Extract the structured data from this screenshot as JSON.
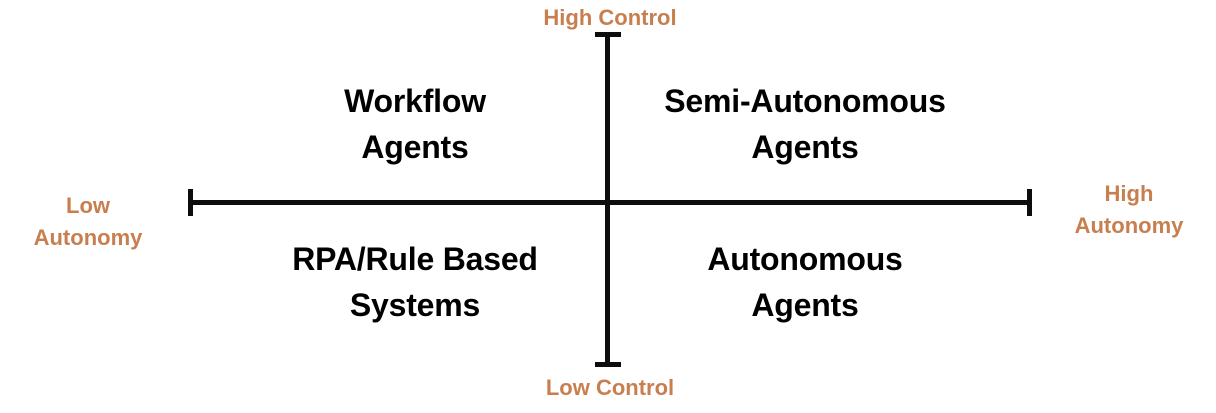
{
  "diagram": {
    "type": "2x2-matrix",
    "colors": {
      "axis": "#0d0d0d",
      "axis_label": "#c87f4f",
      "quadrant_label": "#000000",
      "background": "#ffffff"
    },
    "axes": {
      "vertical": {
        "name": "Control",
        "top_label": "High Control",
        "bottom_label": "Low Control"
      },
      "horizontal": {
        "name": "Autonomy",
        "left_label_line1": "Low",
        "left_label_line2": "Autonomy",
        "right_label_line1": "High",
        "right_label_line2": "Autonomy"
      }
    },
    "quadrants": [
      {
        "position": "top-left",
        "line1": "Workflow",
        "line2": "Agents",
        "control": "High Control",
        "autonomy": "Low Autonomy"
      },
      {
        "position": "top-right",
        "line1": "Semi-Autonomous",
        "line2": "Agents",
        "control": "High Control",
        "autonomy": "High Autonomy"
      },
      {
        "position": "bottom-left",
        "line1": "RPA/Rule Based",
        "line2": "Systems",
        "control": "Low Control",
        "autonomy": "Low Autonomy"
      },
      {
        "position": "bottom-right",
        "line1": "Autonomous",
        "line2": "Agents",
        "control": "Low Control",
        "autonomy": "High Autonomy"
      }
    ]
  }
}
